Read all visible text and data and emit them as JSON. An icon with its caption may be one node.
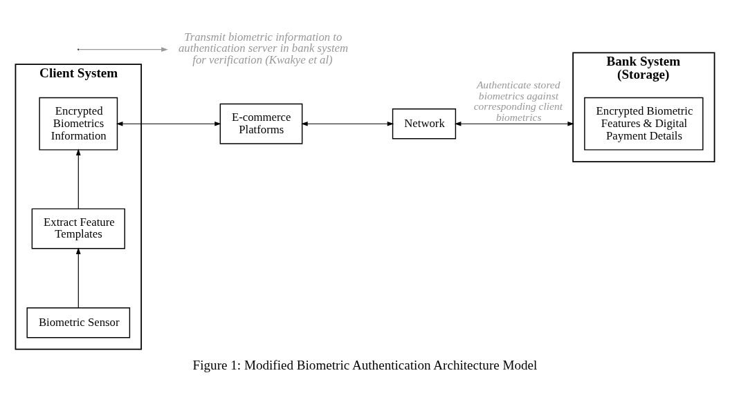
{
  "diagram": {
    "caption": "Figure 1: Modified Biometric Authentication Architecture Model",
    "nodes": [
      {
        "text": [
          "Client System"
        ]
      },
      {
        "text": [
          "Biometric Sensor"
        ],
        "in": 0
      },
      {
        "text": [
          "Extract Feature Templates"
        ],
        "in": 0
      },
      {
        "text": [
          "Encrypted Biometrics Information"
        ],
        "in": 0
      },
      {
        "text": [
          "E-commerce Platforms"
        ]
      },
      {
        "text": [
          "Network"
        ]
      },
      {
        "text": [
          "Bank System (Storage)"
        ]
      },
      {
        "text": [
          "Encrypted Biometric Features & Digital Payment Details"
        ],
        "in": 6
      },
      {
        "text": [
          "Transmit biometric information to authentication server in bank system for verification (Kwakye et al)"
        ]
      }
    ],
    "edges": [
      {
        "from": 1,
        "to": 2,
        "arrow": "to"
      },
      {
        "from": 2,
        "to": 3,
        "arrow": "to"
      },
      {
        "from": 3,
        "to": 4,
        "arrow": "both"
      },
      {
        "from": 4,
        "to": 5,
        "arrow": "both"
      },
      {
        "from": 5,
        "to": 6,
        "arrow": "both",
        "label": "Authenticate stored biometrics against corresponding client biometrics"
      },
      {
        "from": null,
        "to": 8,
        "arrow": "to",
        "color": "#999999"
      }
    ]
  }
}
